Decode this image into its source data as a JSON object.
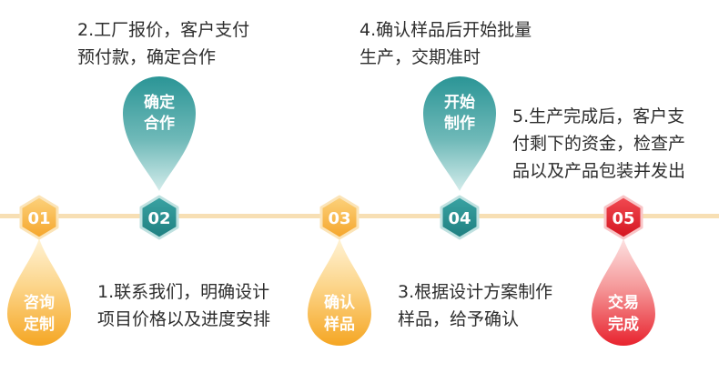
{
  "steps": [
    {
      "num": "01",
      "title": [
        "咨询",
        "定制"
      ]
    },
    {
      "num": "02",
      "title": [
        "确定",
        "合作"
      ]
    },
    {
      "num": "03",
      "title": [
        "确认",
        "样品"
      ]
    },
    {
      "num": "04",
      "title": [
        "开始",
        "制作"
      ]
    },
    {
      "num": "05",
      "title": [
        "交易",
        "完成"
      ]
    }
  ],
  "descriptions": {
    "d1": [
      "1.联系我们，明确设计",
      "项目价格以及进度安排"
    ],
    "d2": [
      "2.工厂报价，客户支付",
      "预付款，确定合作"
    ],
    "d3": [
      "3.根据设计方案制作",
      "样品，给予确认"
    ],
    "d4": [
      "4.确认样品后开始批量",
      "生产，交期准时"
    ],
    "d5": [
      "5.生产完成后，客户支",
      "付剩下的资金，检查产",
      "品以及产品包装并发出"
    ]
  },
  "colors": {
    "orange": "#f5a92c",
    "orange_light": "#fde3ad",
    "teal": "#2a8f90",
    "teal_light": "#8cc9c8",
    "red": "#e8232e",
    "red_light": "#f38d8f",
    "line": "#f7dfb4"
  }
}
